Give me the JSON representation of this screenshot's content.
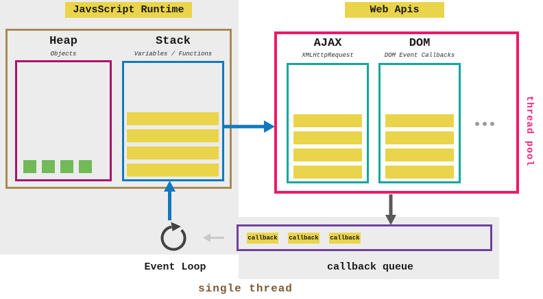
{
  "header": {
    "js_runtime_label": "JavsScript Runtime",
    "web_apis_label": "Web Apis"
  },
  "runtime": {
    "heap": {
      "title": "Heap",
      "subtitle": "Objects",
      "object_count": 4
    },
    "stack": {
      "title": "Stack",
      "subtitle": "Variables / Functions",
      "frame_count": 4
    }
  },
  "web_apis": {
    "ajax": {
      "title": "AJAX",
      "subtitle": "XMLHttpRequest",
      "task_count": 4
    },
    "dom": {
      "title": "DOM",
      "subtitle": "DOM Event Callbacks",
      "task_count": 4
    },
    "more_indicator": "..."
  },
  "queue": {
    "label": "callback queue",
    "items": [
      "callback",
      "callback",
      "callback"
    ]
  },
  "event_loop": {
    "label": "Event Loop"
  },
  "annotations": {
    "thread_pool": "thread pool",
    "single_thread": "single thread"
  },
  "colors": {
    "label_yellow": "#e9d44b",
    "panel_gray": "#ececec",
    "runtime_border_brown": "#a98a55",
    "heap_border_magenta": "#a8116b",
    "stack_border_blue": "#1278be",
    "heap_object_green": "#72b958",
    "web_apis_border_pink": "#ed1966",
    "api_box_border_teal": "#12a79b",
    "queue_border_purple": "#7040a0",
    "event_loop_icon_gray": "#424244",
    "down_arrow_gray": "#59595b",
    "light_arrow_gray": "#c9c9c9",
    "single_thread_brown": "#7d5a36",
    "thread_pool_pink": "#ed2277"
  }
}
